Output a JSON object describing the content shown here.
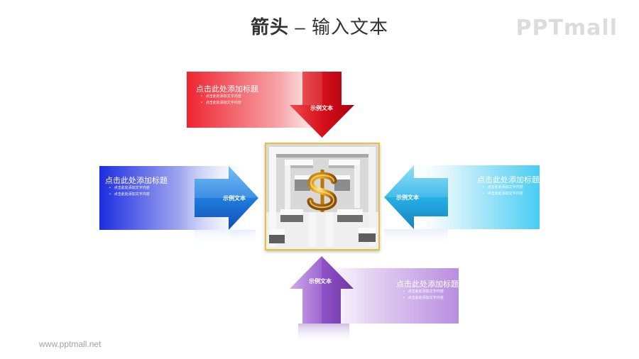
{
  "header": {
    "title_bold": "箭头",
    "title_rest": " – 输入文本",
    "logo": "PPTmall"
  },
  "footer": {
    "url": "www.pptmall.net"
  },
  "center": {
    "image": "dollar-sign-maze"
  },
  "panels": {
    "top": {
      "title": "点击此处添加标题",
      "bullets": [
        "点击此处添加文字内容",
        "点击此处添加文字内容"
      ],
      "arrow_label": "示例文本",
      "color": "#e8202a"
    },
    "left": {
      "title": "点击此处添加标题",
      "bullets": [
        "点击此处添加文字内容",
        "点击此处添加文字内容"
      ],
      "arrow_label": "示例文本",
      "color": "#1a3fe0"
    },
    "right": {
      "title": "点击此处添加标题",
      "bullets": [
        "点击此处添加文字内容",
        "点击此处添加文字内容"
      ],
      "arrow_label": "示例文本",
      "color": "#22b6ea"
    },
    "bottom": {
      "title": "点击此处添加标题",
      "bullets": [
        "点击此处添加文字内容",
        "点击此处添加文字内容"
      ],
      "arrow_label": "示例文本",
      "color": "#9358c8"
    }
  }
}
